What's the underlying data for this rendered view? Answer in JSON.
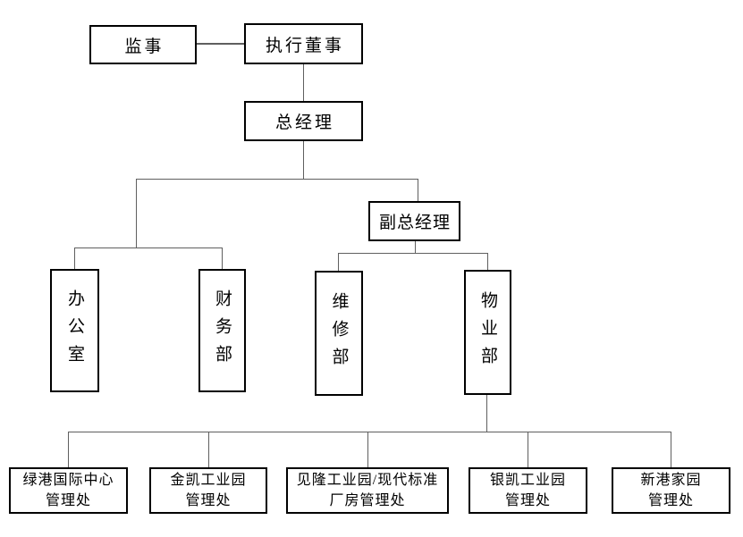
{
  "diagram": {
    "type": "organization-chart",
    "colors": {
      "background": "#ffffff",
      "box_border": "#000000",
      "box_fill": "#ffffff",
      "connector": "#5f5f5f",
      "text": "#000000"
    },
    "nodes": {
      "supervisor": {
        "label": "监事"
      },
      "executive_director": {
        "label": "执行董事"
      },
      "general_manager": {
        "label": "总经理"
      },
      "deputy_general_manager": {
        "label": "副总经理"
      },
      "office": {
        "label": "办公室"
      },
      "finance_dept": {
        "label": "财务部"
      },
      "maintenance_dept": {
        "label": "维修部"
      },
      "property_dept": {
        "label": "物业部"
      },
      "mgmt_offices": [
        {
          "line1": "绿港国际中心",
          "line2": "管理处"
        },
        {
          "line1": "金凯工业园",
          "line2": "管理处"
        },
        {
          "line1": "见隆工业园/现代标准",
          "line2": "厂房管理处"
        },
        {
          "line1": "银凯工业园",
          "line2": "管理处"
        },
        {
          "line1": "新港家园",
          "line2": "管理处"
        }
      ]
    },
    "edges": [
      "监事 — 执行董事",
      "执行董事 — 总经理",
      "总经理 — 办公室",
      "总经理 — 财务部",
      "总经理 — 副总经理",
      "副总经理 — 维修部",
      "副总经理 — 物业部",
      "物业部 — 绿港国际中心管理处",
      "物业部 — 金凯工业园管理处",
      "物业部 — 见隆工业园/现代标准厂房管理处",
      "物业部 — 银凯工业园管理处",
      "物业部 — 新港家园管理处"
    ]
  }
}
